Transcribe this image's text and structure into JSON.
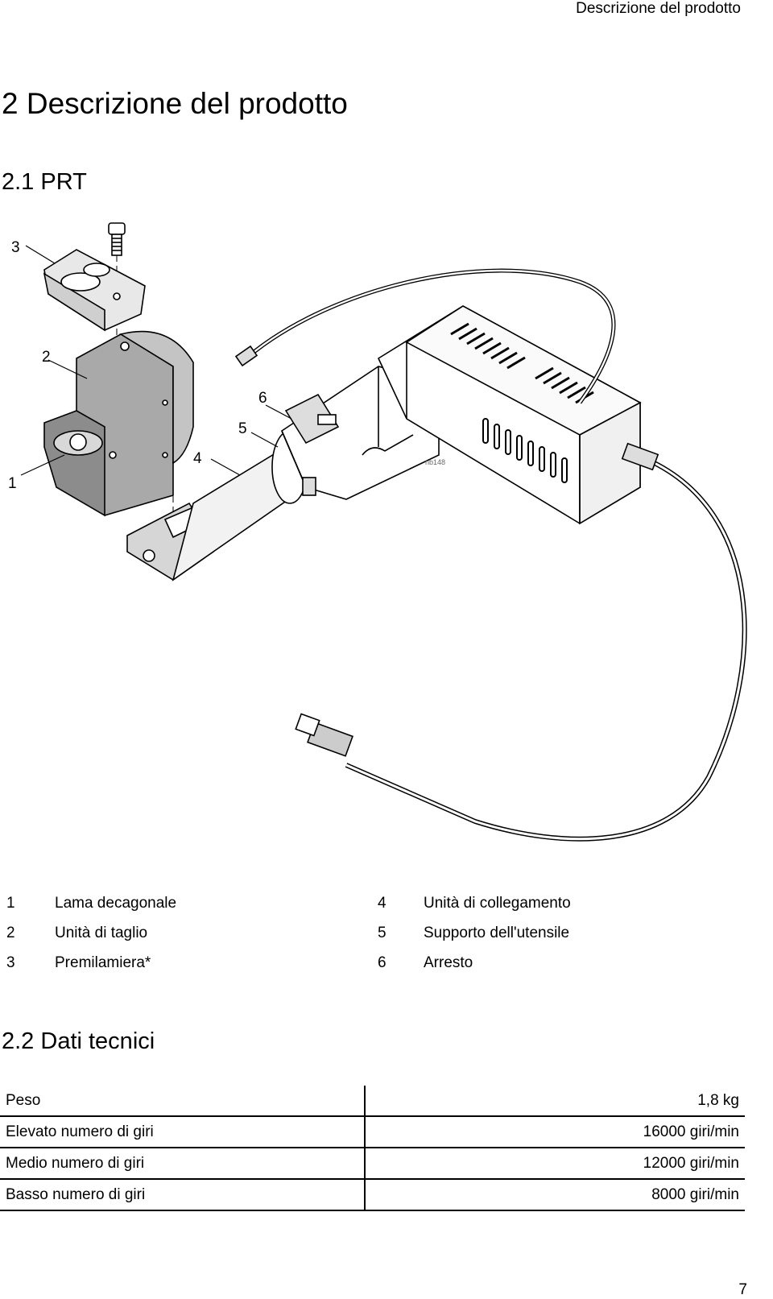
{
  "header": {
    "running_title": "Descrizione del prodotto"
  },
  "sections": {
    "chapter_title": "2 Descrizione del prodotto",
    "section_1_title": "2.1 PRT",
    "section_2_title": "2.2 Dati tecnici"
  },
  "figure": {
    "image_tag": "nb148",
    "callouts": [
      "1",
      "2",
      "3",
      "4",
      "5",
      "6"
    ]
  },
  "legend": [
    {
      "num": "1",
      "label": "Lama decagonale"
    },
    {
      "num": "2",
      "label": "Unità di taglio"
    },
    {
      "num": "3",
      "label": "Premilamiera*"
    },
    {
      "num": "4",
      "label": "Unità di collegamento"
    },
    {
      "num": "5",
      "label": "Supporto dell'utensile"
    },
    {
      "num": "6",
      "label": "Arresto"
    }
  ],
  "specs": [
    {
      "key": "Peso",
      "value": "1,8 kg"
    },
    {
      "key": "Elevato numero di giri",
      "value": "16000 giri/min"
    },
    {
      "key": "Medio numero di giri",
      "value": "12000 giri/min"
    },
    {
      "key": "Basso numero di giri",
      "value": "8000 giri/min"
    }
  ],
  "footer": {
    "page_number": "7"
  }
}
